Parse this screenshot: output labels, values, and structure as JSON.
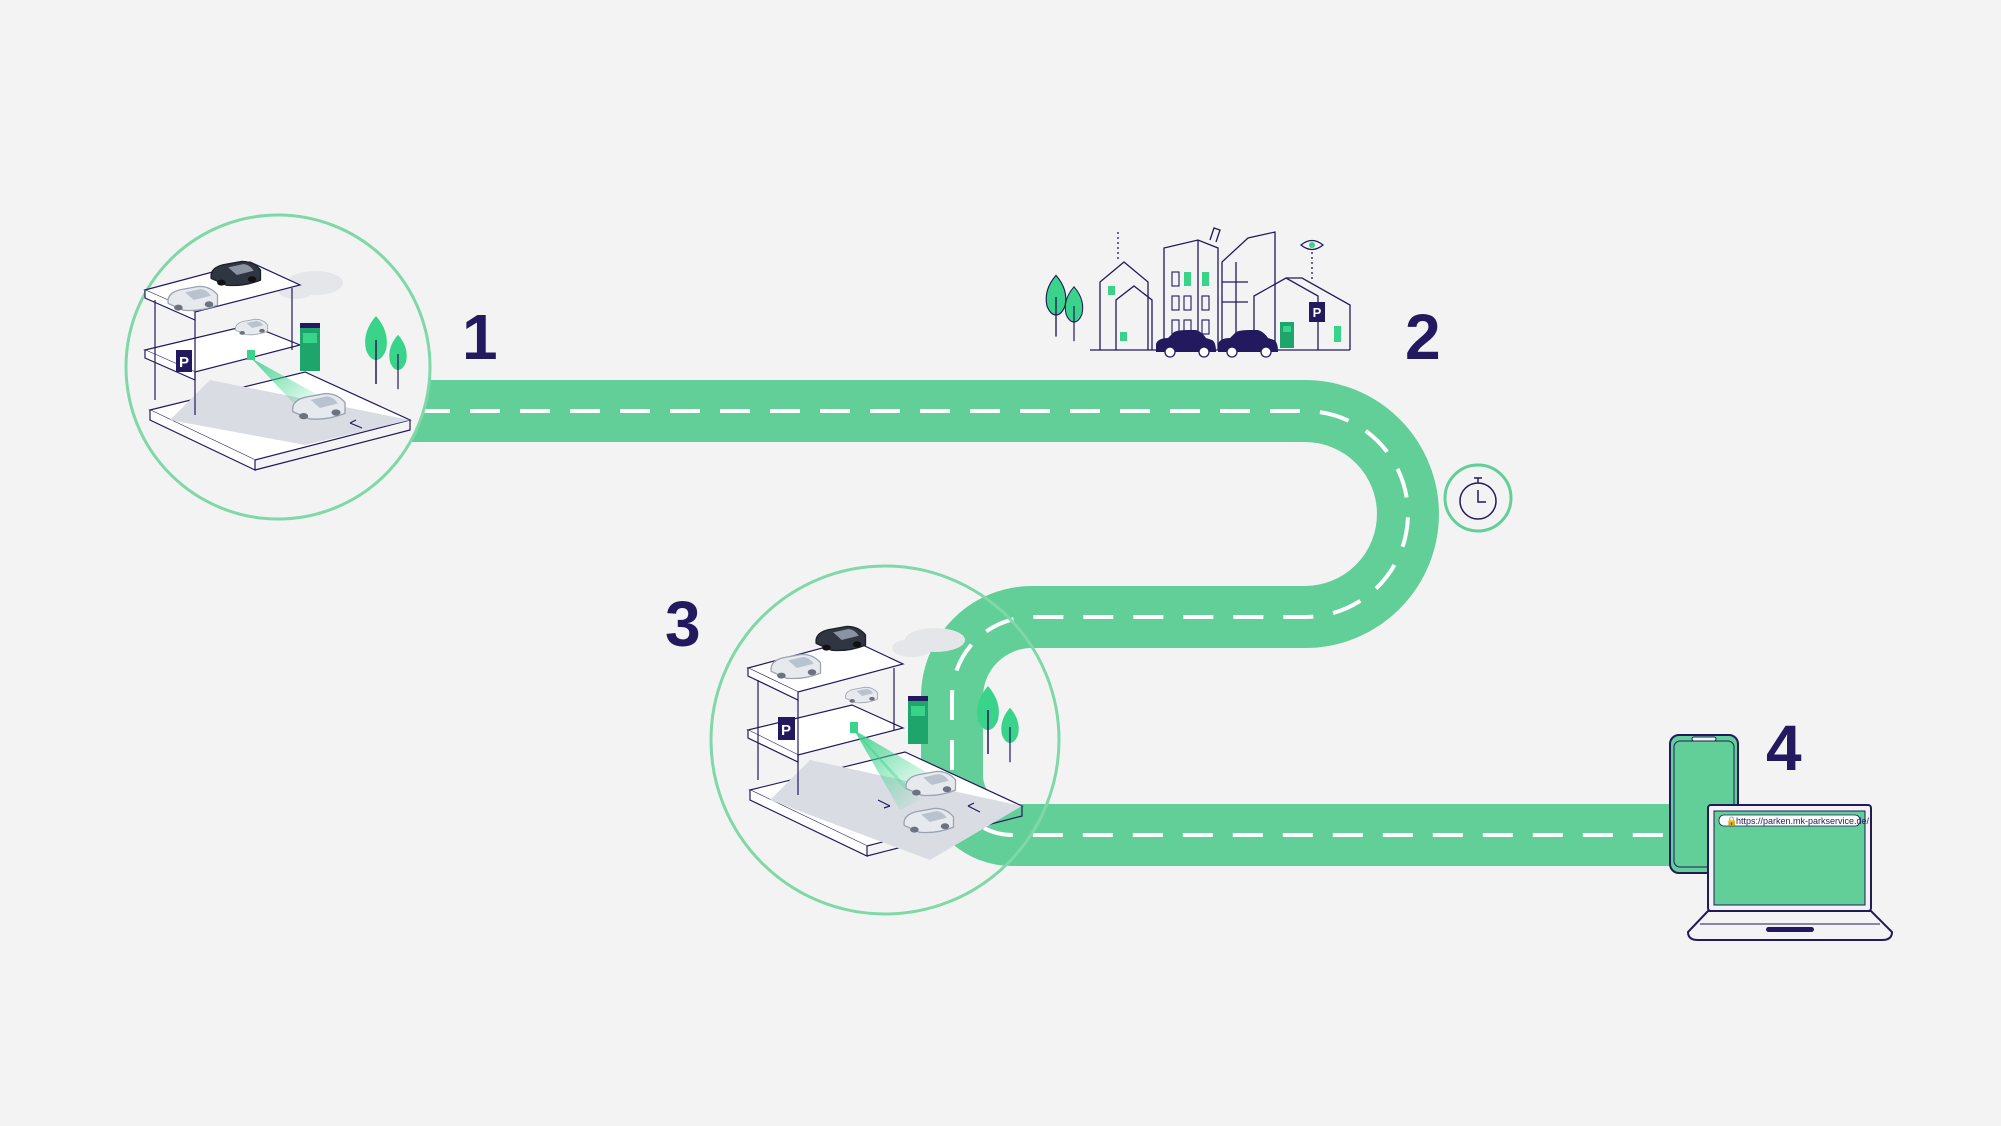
{
  "steps": [
    {
      "label": "1"
    },
    {
      "label": "2"
    },
    {
      "label": "3"
    },
    {
      "label": "4"
    }
  ],
  "laptop": {
    "url": "https://parken.mk-parkservice.de/"
  },
  "colors": {
    "road": "#62cf98",
    "accent": "#3ad38a",
    "navy": "#23195f",
    "circle": "#7fd8a8",
    "background": "#f3f3f3"
  },
  "icons": [
    "parking-garage-icon",
    "city-icon",
    "stopwatch-icon",
    "smartphone-icon",
    "laptop-icon",
    "parking-sign-icon",
    "tree-icon",
    "car-icon",
    "eye-icon"
  ]
}
